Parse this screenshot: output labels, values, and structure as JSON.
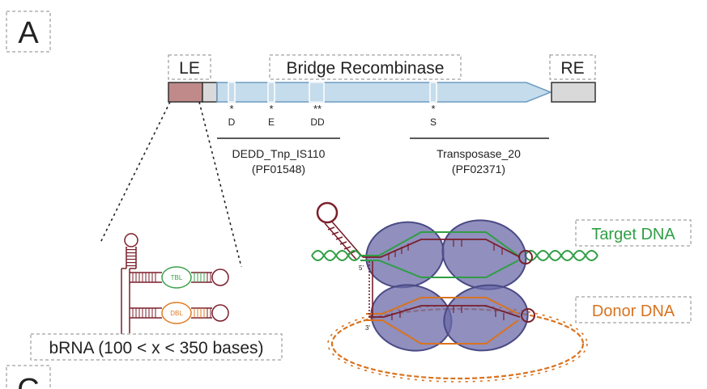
{
  "panel_a": {
    "label": "A"
  },
  "panel_c": {
    "label": "C"
  },
  "gene_map": {
    "le_label": "LE",
    "re_label": "RE",
    "recombinase_label": "Bridge Recombinase",
    "motifs": [
      {
        "residue": "D",
        "star": "*"
      },
      {
        "residue": "E",
        "star": "*"
      },
      {
        "residue": "DD",
        "star": "**"
      },
      {
        "residue": "S",
        "star": "*"
      }
    ],
    "domains": [
      {
        "name": "DEDD_Tnp_IS110",
        "accession": "(PF01548)"
      },
      {
        "name": "Transposase_20",
        "accession": "(PF02371)"
      }
    ],
    "colors": {
      "le_fill": "#c08a8a",
      "arrow_fill": "#c5dcec",
      "arrow_stroke": "#6d9cc2",
      "re_fill": "#d9d9d9"
    }
  },
  "brna": {
    "label": "bRNA (100 < x < 350 bases)",
    "tbl_label": "TBL",
    "dbl_label": "DBL",
    "colors": {
      "stem": "#7a1f2b",
      "tbl": "#3aa14a",
      "dbl": "#e07b24"
    }
  },
  "complex": {
    "target_label": "Target DNA",
    "donor_label": "Donor DNA",
    "end_5": "5'",
    "end_3": "3'",
    "colors": {
      "target": "#2f9e44",
      "donor": "#d9731f",
      "protein": "#6b6aa8",
      "rna": "#7a1f2b"
    }
  }
}
